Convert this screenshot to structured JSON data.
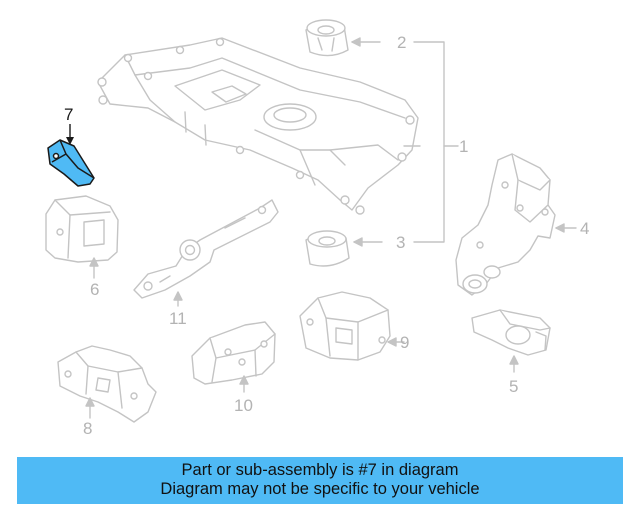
{
  "colors": {
    "part_outline": "#c4c4c4",
    "highlight_fill": "#4fbaf5",
    "highlight_outline": "#1a1a1a",
    "banner_bg": "#4fbaf5",
    "callout_inactive": "#b3b3b3",
    "callout_active": "#1a1a1a"
  },
  "callouts": {
    "c1": "1",
    "c2": "2",
    "c3": "3",
    "c4": "4",
    "c5": "5",
    "c6": "6",
    "c7": "7",
    "c8": "8",
    "c9": "9",
    "c10": "10",
    "c11": "11"
  },
  "highlighted_part": "7",
  "banner": {
    "line1": "Part or sub-assembly is #7 in diagram",
    "line2": "Diagram may not be specific to your vehicle"
  }
}
